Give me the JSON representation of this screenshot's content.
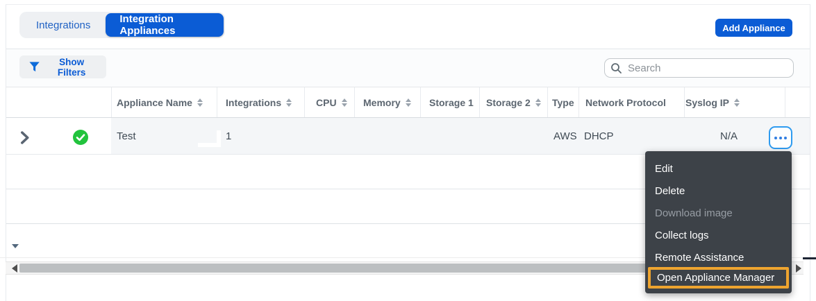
{
  "tabs": {
    "integrations": "Integrations",
    "integration_appliances": "Integration Appliances"
  },
  "buttons": {
    "add_appliance": "Add Appliance",
    "show_filters": "Show Filters"
  },
  "search": {
    "placeholder": "Search"
  },
  "table": {
    "headers": {
      "appliance_name": "Appliance Name",
      "integrations": "Integrations",
      "cpu": "CPU",
      "memory": "Memory",
      "storage1": "Storage 1",
      "storage2": "Storage 2",
      "type": "Type",
      "network_protocol": "Network Protocol",
      "syslog_ip": "Syslog IP"
    },
    "row": {
      "status": "ok",
      "appliance_name": "Test",
      "integrations": "1",
      "type": "AWS",
      "network_protocol": "DHCP",
      "syslog_ip": "N/A"
    }
  },
  "menu": {
    "edit": "Edit",
    "delete": "Delete",
    "download_image": "Download image",
    "collect_logs": "Collect logs",
    "remote_assistance": "Remote Assistance",
    "open_appliance_manager": "Open Appliance Manager"
  },
  "colors": {
    "primary_blue": "#0b5cd5",
    "ellipsis_blue": "#2e9bf0",
    "success_green": "#22c33d",
    "menu_background": "#3d4248",
    "highlight_orange": "#eea42f"
  }
}
